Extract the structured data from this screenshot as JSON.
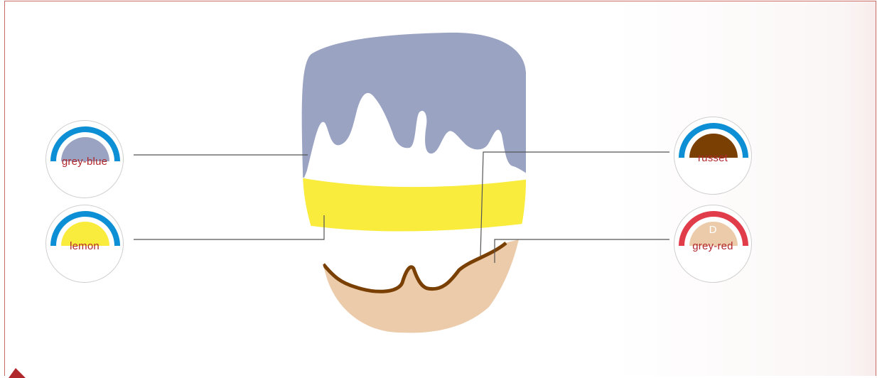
{
  "swatches": [
    {
      "id": "grey-blue",
      "label": "grey-blue",
      "ring_color": "#0c8fd4",
      "fill_color": "#9aa3c2",
      "letter": ""
    },
    {
      "id": "lemon",
      "label": "lemon",
      "ring_color": "#0c8fd4",
      "fill_color": "#f9ec3c",
      "letter": ""
    },
    {
      "id": "russet",
      "label": "russet",
      "ring_color": "#0c8fd4",
      "fill_color": "#7a4003",
      "letter": ""
    },
    {
      "id": "grey-red",
      "label": "grey-red",
      "ring_color": "#e13c4a",
      "fill_color": "#eccbab",
      "letter": "D"
    }
  ],
  "tooth_colors": {
    "enamel_top": "#9aa3c2",
    "band": "#f9ec3c",
    "body": "#ffffff",
    "cervical": "#eccbab",
    "margin_line": "#7a4003"
  },
  "frame_color": "#c86a66",
  "accent_color": "#b0272c"
}
